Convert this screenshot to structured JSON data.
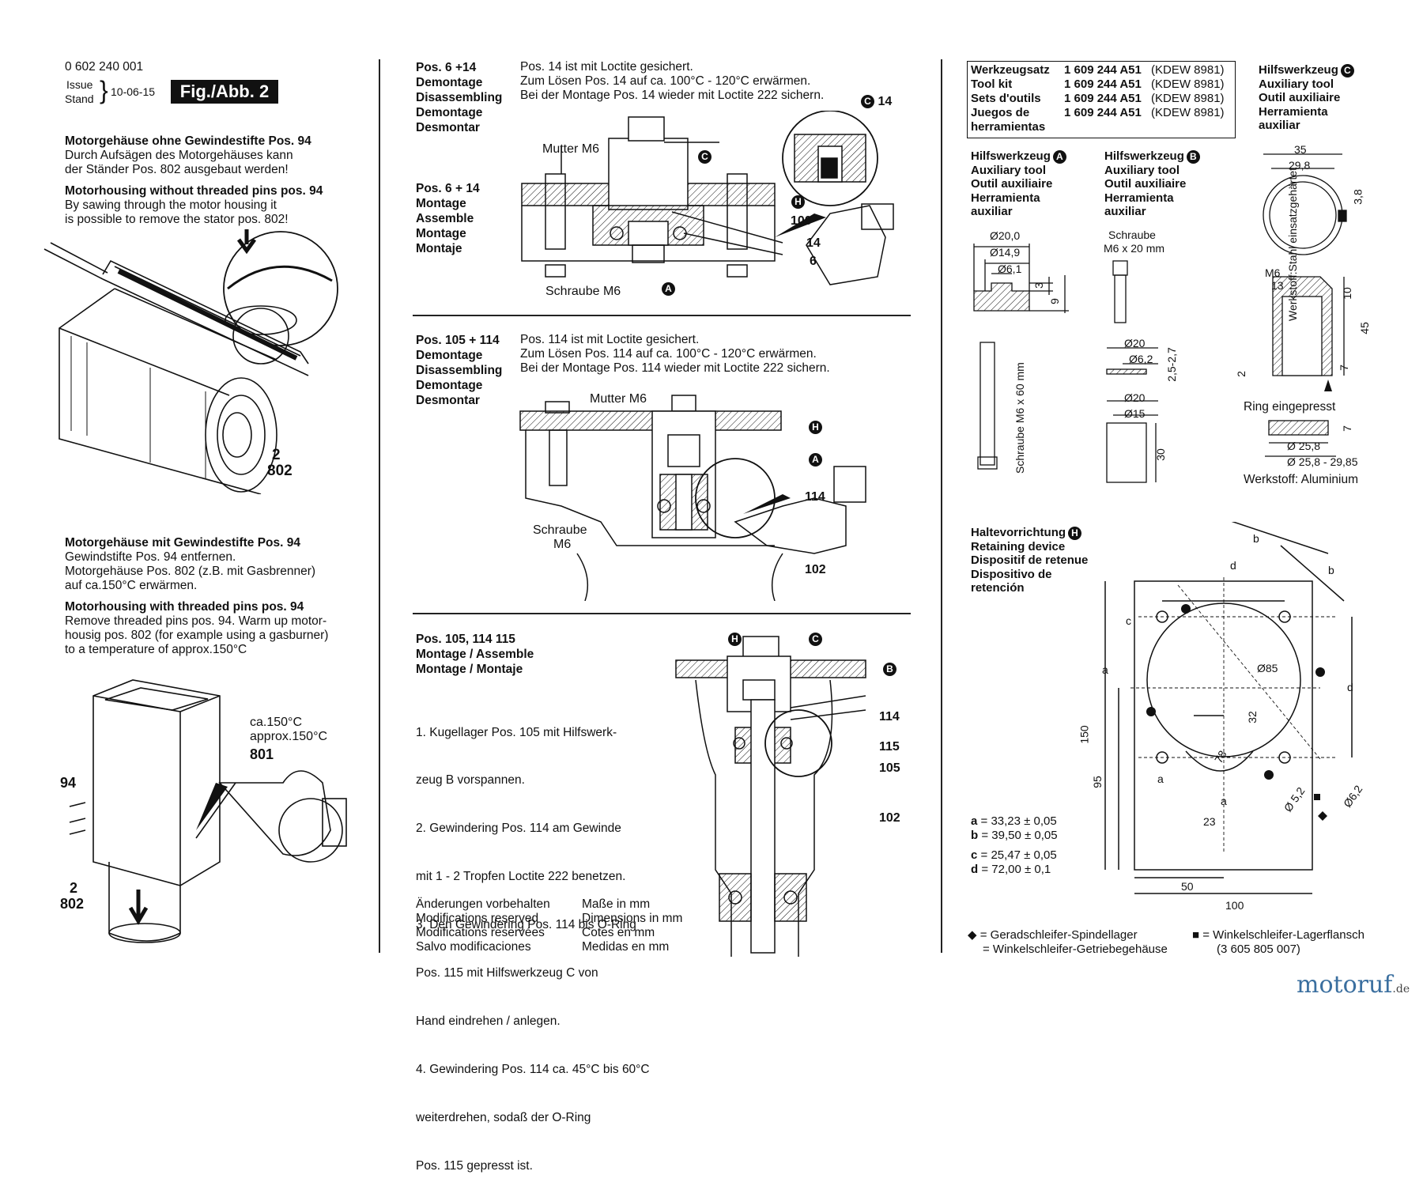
{
  "header": {
    "part_number": "0 602 240 001",
    "issue_label": "Issue",
    "stand_label": "Stand",
    "date": "10-06-15",
    "fig_label": "Fig./Abb. 2"
  },
  "col1": {
    "sec1_title_de": "Motorgehäuse ohne Gewindestifte Pos. 94",
    "sec1_body_de": [
      "Durch Aufsägen des Motorgehäuses kann",
      "der Ständer Pos. 802 ausgebaut werden!"
    ],
    "sec1_title_en": "Motorhousing without threaded pins pos. 94",
    "sec1_body_en": [
      "By sawing through the motor housing it",
      "is possible to remove the stator pos. 802!"
    ],
    "fig1_labels": [
      "2",
      "802"
    ],
    "sec2_title_de": "Motorgehäuse mit Gewindestifte Pos. 94",
    "sec2_body_de": [
      "Gewindstifte Pos. 94 entfernen.",
      "Motorgehäuse Pos. 802 (z.B. mit Gasbrenner)",
      "auf ca.150°C erwärmen."
    ],
    "sec2_title_en": "Motorhousing with threaded pins pos. 94",
    "sec2_body_en": [
      "Remove threaded pins pos. 94. Warm up motor-",
      "housig pos. 802 (for example using a gasburner)",
      "to a temperature of approx.150°C"
    ],
    "fig2_temp": [
      "ca.150°C",
      "approx.150°C"
    ],
    "fig2_labels": [
      "801",
      "94",
      "2",
      "802"
    ]
  },
  "col2": {
    "s1_pos": "Pos. 6 +14",
    "s1_ops": [
      "Demontage",
      "Disassembling",
      "Demontage",
      "Desmontar"
    ],
    "s1_text": [
      "Pos. 14 ist mit Loctite gesichert.",
      "Zum Lösen Pos. 14 auf ca. 100°C - 120°C erwärmen.",
      "Bei der Montage Pos. 14 wieder mit Loctite 222 sichern."
    ],
    "s1b_pos": "Pos. 6 + 14",
    "s1b_ops": [
      "Montage",
      "Assemble",
      "Montage",
      "Montaje"
    ],
    "s1_labels": {
      "mutter": "Mutter M6",
      "schraube": "Schraube M6",
      "c": "C",
      "c14": "14",
      "h": "H",
      "n100": "100",
      "n14": "14",
      "n6": "6",
      "a": "A"
    },
    "s2_pos": "Pos. 105 + 114",
    "s2_ops": [
      "Demontage",
      "Disassembling",
      "Demontage",
      "Desmontar"
    ],
    "s2_text": [
      "Pos. 114 ist mit Loctite gesichert.",
      "Zum Lösen Pos. 114 auf ca. 100°C - 120°C  erwärmen.",
      "Bei der Montage Pos. 114 wieder mit Loctite 222 sichern."
    ],
    "s2_labels": {
      "mutter": "Mutter M6",
      "schraube1": "Schraube",
      "schraube2": "M6",
      "h": "H",
      "a": "A",
      "n114": "114",
      "n102": "102"
    },
    "s3_pos": "Pos. 105, 114  115",
    "s3_ops": [
      "Montage / Assemble",
      "Montage / Montaje"
    ],
    "s3_steps": [
      "1.  Kugellager Pos. 105 mit Hilfswerk-",
      "     zeug B vorspannen.",
      "2.  Gewindering Pos. 114 am Gewinde",
      "     mit 1 - 2 Tropfen Loctite 222 benetzen.",
      "3.  Den Gewindering Pos. 114 bis O-Ring",
      "     Pos. 115 mit Hilfswerkzeug C von",
      "     Hand eindrehen / anlegen.",
      "4.  Gewindering Pos. 114 ca. 45°C bis 60°C",
      "     weiterdrehen, sodaß der O-Ring",
      "     Pos. 115 gepresst ist."
    ],
    "s3_labels": {
      "h": "H",
      "c": "C",
      "b": "B",
      "n114": "114",
      "n115": "115",
      "n105": "105",
      "n102": "102"
    },
    "footer_left": [
      "Änderungen vorbehalten",
      "Modifications reserved",
      "Modifications reservées",
      "Salvo modificaciones"
    ],
    "footer_right": [
      "Maße in mm",
      "Dimensions in mm",
      "Cotes en mm",
      "Medidas en mm"
    ]
  },
  "col3": {
    "toolkit": [
      {
        "name": "Werkzeugsatz",
        "no": "1 609 244 A51",
        "code": "(KDEW 8981)"
      },
      {
        "name": "Tool kit",
        "no": "1 609 244 A51",
        "code": "(KDEW 8981)"
      },
      {
        "name": "Sets d'outils",
        "no": "1 609 244 A51",
        "code": "(KDEW 8981)"
      },
      {
        "name": "Juegos de",
        "no": "1 609 244 A51",
        "code": "(KDEW 8981)"
      },
      {
        "name": "herramientas",
        "no": "",
        "code": ""
      }
    ],
    "toolA": [
      "Hilfswerkzeug",
      "Auxiliary tool",
      "Outil auxiliaire",
      "Herramienta",
      "auxiliar"
    ],
    "toolB": [
      "Hilfswerkzeug",
      "Auxiliary tool",
      "Outil auxiliaire",
      "Herramienta",
      "auxiliar"
    ],
    "toolC": [
      "Hilfswerkzeug",
      "Auxiliary tool",
      "Outil auxiliaire",
      "Herramienta",
      "auxiliar"
    ],
    "toolA_dims": [
      "Ø20,0",
      "Ø14,9",
      "Ø6,1",
      "3",
      "9"
    ],
    "toolA_screw": "Schraube M6 x 60 mm",
    "toolB_screw": [
      "Schraube",
      "M6 x 20 mm"
    ],
    "toolB_dims": [
      "Ø20",
      "Ø6,2",
      "2,5-2,7",
      "Ø20",
      "Ø15",
      "30"
    ],
    "toolC_dims": [
      "35",
      "29,8",
      "3,8",
      "M6",
      "13",
      "10",
      "45",
      "2",
      "7"
    ],
    "toolC_material_steel": "Werkstoff:Stahl einsatzgehärtet",
    "toolC_ring": "Ring eingepresst",
    "toolC_ring_dims": [
      "7",
      "Ø 25,8",
      "Ø 25,8 - 29,85"
    ],
    "toolC_material_alu": "Werkstoff: Aluminium",
    "retaining": [
      "Haltevorrichtung",
      "Retaining device",
      "Dispositif de retenue",
      "Dispositivo de",
      "retención"
    ],
    "plate_dims": {
      "b1": "b",
      "b2": "b",
      "d1": "d",
      "d2": "d",
      "c": "c",
      "a1": "a",
      "a2": "a",
      "a3": "a",
      "d85": "Ø85",
      "n32": "32",
      "n78": "78",
      "n23": "23",
      "n150": "150",
      "n95": "95",
      "n50": "50",
      "n100": "100",
      "d52": "Ø 5,2",
      "d62": "Ø6,2"
    },
    "tolerances": [
      {
        "k": "a",
        "v": "= 33,23 ± 0,05"
      },
      {
        "k": "b",
        "v": "= 39,50 ± 0,05"
      },
      {
        "k": "c",
        "v": "= 25,47 ± 0,05"
      },
      {
        "k": "d",
        "v": "= 72,00 ± 0,1"
      }
    ],
    "legend_diamond": [
      "= Geradschleifer-Spindellager",
      "= Winkelschleifer-Getriebegehäuse"
    ],
    "legend_square": [
      "= Winkelschleifer-Lagerflansch",
      "(3 605 805 007)"
    ],
    "watermark": "motoruf",
    "watermark_tld": ".de"
  }
}
